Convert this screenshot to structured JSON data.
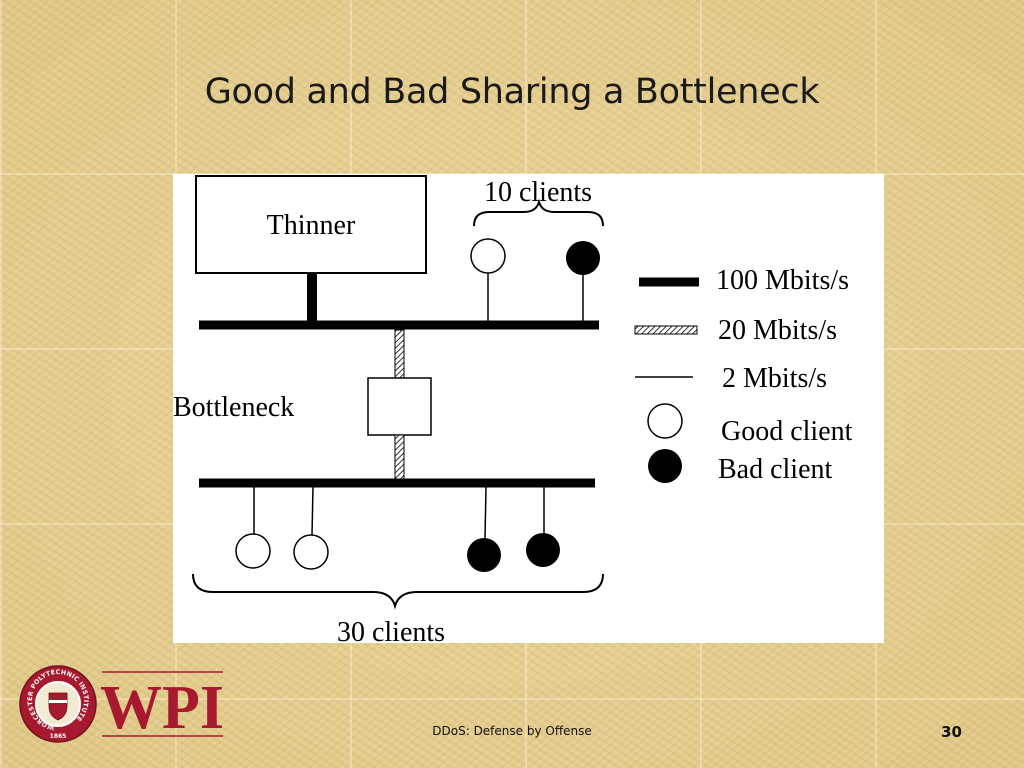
{
  "slide": {
    "title": "Good and Bad Sharing a Bottleneck",
    "footer": "DDoS:  Defense by Offense",
    "page_number": "30"
  },
  "diagram": {
    "thinner_label": "Thinner",
    "top_clients_label": "10 clients",
    "bottleneck_label": "Bottleneck",
    "bottom_clients_label": "30 clients",
    "legend": {
      "link_100": "100 Mbits/s",
      "link_20": "20 Mbits/s",
      "link_2": "2 Mbits/s",
      "good_client": "Good client",
      "bad_client": "Bad client"
    }
  },
  "logo": {
    "text": "WPI",
    "seal_text": "WORCESTER POLYTECHNIC INSTITUTE",
    "seal_year": "1865"
  },
  "colors": {
    "wpi_red": "#a6192e",
    "background": "#e6cf8f"
  }
}
